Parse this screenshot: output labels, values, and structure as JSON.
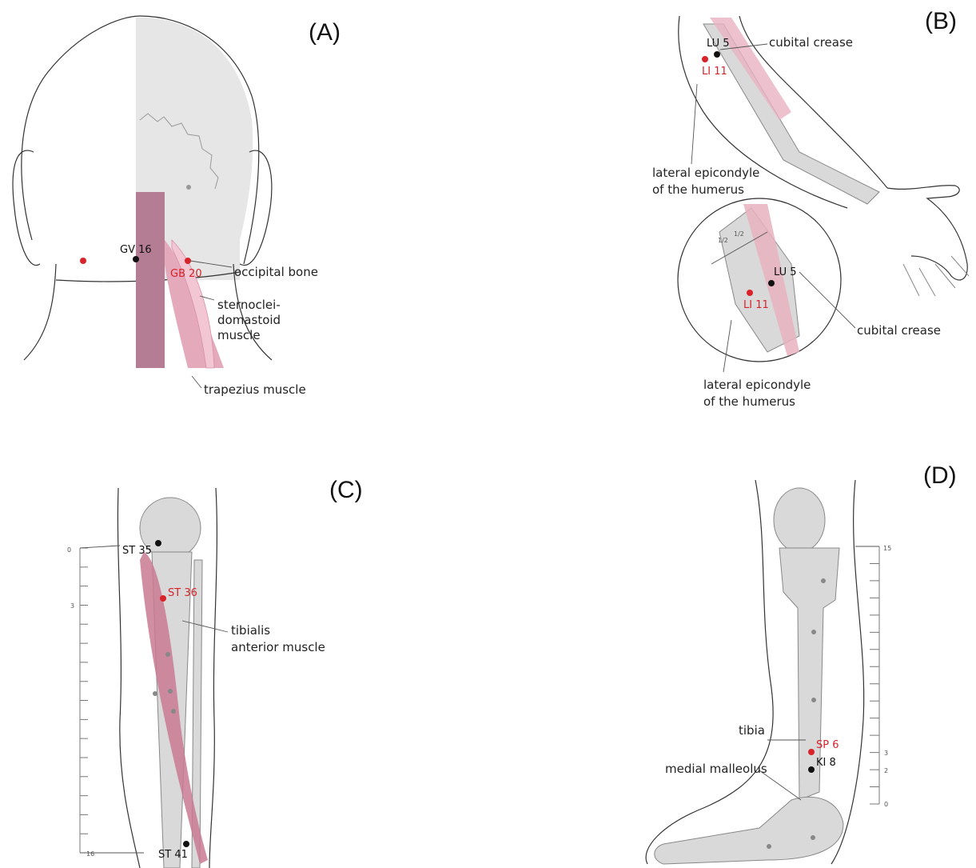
{
  "panels": {
    "a": {
      "letter": "(A)",
      "points": {
        "gv16": "GV 16",
        "gb20": "GB 20"
      },
      "labels": {
        "occipital": "occipital bone",
        "scm1": "sternoclei-",
        "scm2": "domastoid",
        "scm3": "muscle",
        "trapezius": "trapezius muscle"
      }
    },
    "b": {
      "letter": "(B)",
      "points": {
        "lu5": "LU 5",
        "li11": "LI 11"
      },
      "labels": {
        "cubital": "cubital crease",
        "epi1": "lateral epicondyle",
        "epi2": "of the humerus",
        "half": "1/2"
      }
    },
    "c": {
      "letter": "(C)",
      "points": {
        "st35": "ST 35",
        "st36": "ST 36",
        "st41": "ST 41"
      },
      "labels": {
        "tib1": "tibialis",
        "tib2": "anterior muscle"
      },
      "scale": {
        "t0": "0",
        "t3": "3",
        "t16": "16"
      }
    },
    "d": {
      "letter": "(D)",
      "points": {
        "sp6": "SP 6",
        "ki8": "KI 8"
      },
      "labels": {
        "tibia": "tibia",
        "malleolus": "medial malleolus"
      },
      "scale": {
        "t15": "15",
        "t3": "3",
        "t2": "2",
        "t0": "0"
      }
    }
  },
  "colors": {
    "acupoint_red": "#d8232a",
    "acupoint_black": "#111111",
    "muscle_pink": "#c97a93",
    "bone_gray": "#d9d9d9"
  }
}
